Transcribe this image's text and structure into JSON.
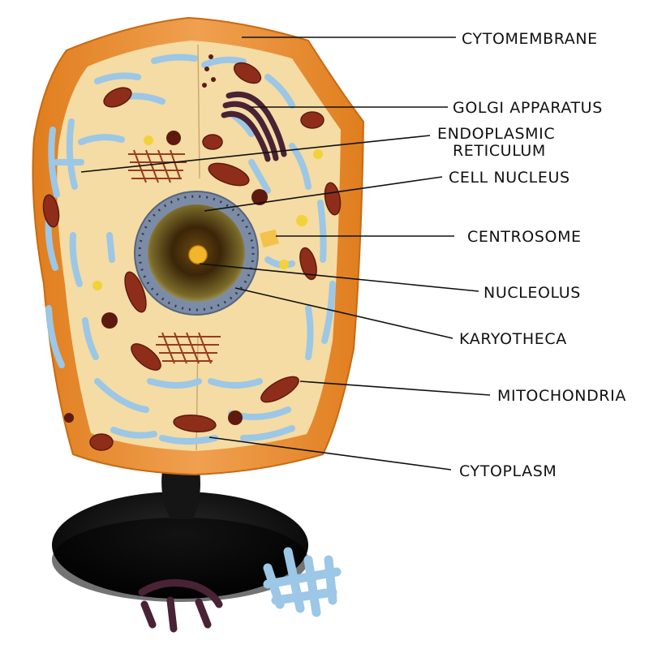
{
  "labels": {
    "cytomembrane": "CYTOMEMBRANE",
    "golgi": "GOLGI APPARATUS",
    "er_line1": "ENDOPLASMIC",
    "er_line2": "RETICULUM",
    "nucleus": "CELL NUCLEUS",
    "centrosome": "CENTROSOME",
    "nucleolus": "NUCLEOLUS",
    "karyotheca": "KARYOTHECA",
    "mitochondria": "MITOCHONDRIA",
    "cytoplasm": "CYTOPLASM"
  },
  "colors": {
    "membrane": "#E98E2C",
    "cytoplasm": "#F4DCA4",
    "er": "#9CC7E6",
    "mitochondria": "#8E2E1A",
    "golgi": "#4A2235",
    "nuclear_envelope": "#7D8CA6",
    "nucleoplasm": "#3A2508",
    "nucleolus": "#F2B62A",
    "stand": "#111111"
  }
}
